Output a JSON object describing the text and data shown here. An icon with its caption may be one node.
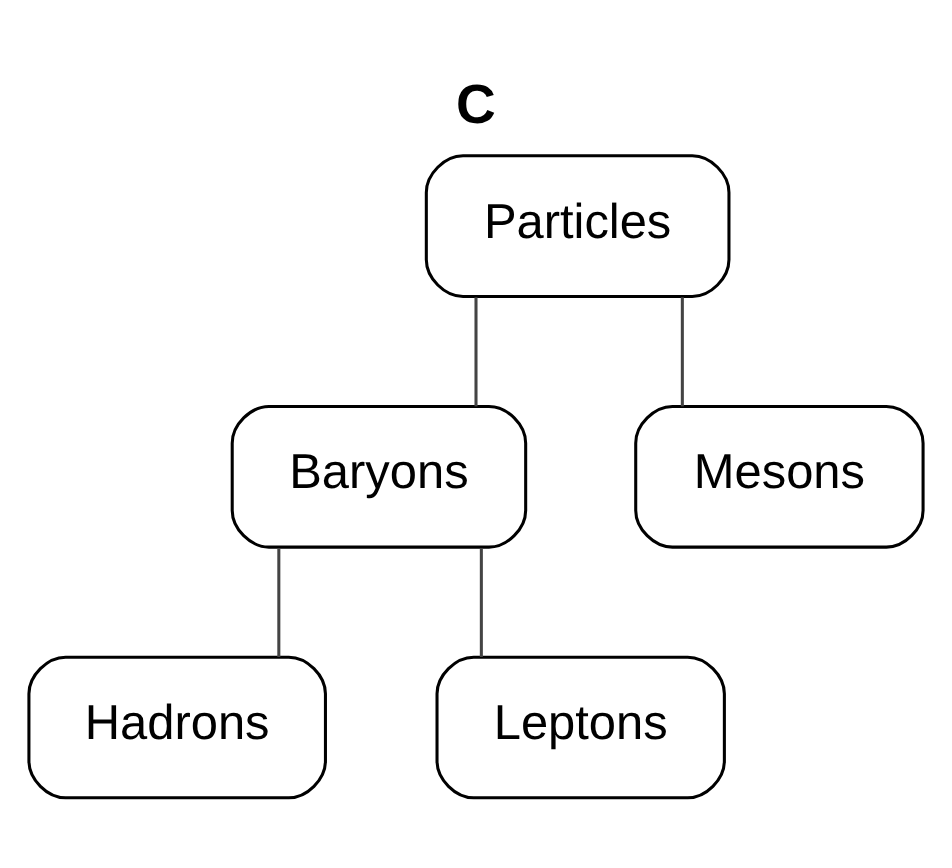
{
  "diagram": {
    "title": "C",
    "nodes": [
      {
        "text": [
          "Particles"
        ]
      },
      {
        "text": [
          "Baryons"
        ]
      },
      {
        "text": [
          "Mesons"
        ]
      },
      {
        "text": [
          "Hadrons"
        ]
      },
      {
        "text": [
          "Leptons"
        ]
      }
    ],
    "edges": [
      {
        "from": 0,
        "to": 1,
        "arrow": "none"
      },
      {
        "from": 0,
        "to": 2,
        "arrow": "none"
      },
      {
        "from": 1,
        "to": 3,
        "arrow": "none"
      },
      {
        "from": 1,
        "to": 4,
        "arrow": "none"
      }
    ]
  }
}
